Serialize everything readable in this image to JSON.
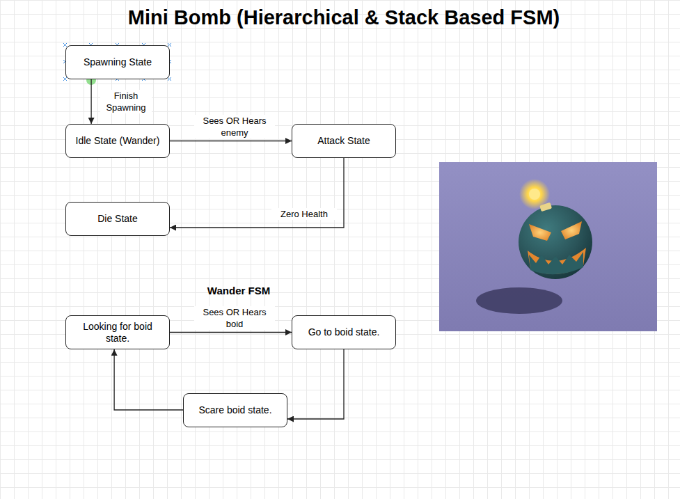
{
  "diagram": {
    "title": "Mini Bomb (Hierarchical & Stack Based FSM)",
    "nodes": [
      {
        "text": [
          "Spawning State"
        ]
      },
      {
        "text": [
          "Idle State (Wander)"
        ]
      },
      {
        "text": [
          "Attack State"
        ]
      },
      {
        "text": [
          "Die State"
        ]
      },
      {
        "text": [
          "Looking for boid state."
        ]
      },
      {
        "text": [
          "Go to boid state."
        ]
      },
      {
        "text": [
          "Scare boid state."
        ]
      }
    ],
    "edges": [
      {
        "from": 0,
        "to": 1,
        "label": "Finish Spawning",
        "arrow": "to"
      },
      {
        "from": 1,
        "to": 2,
        "label": "Sees OR Hears enemy",
        "arrow": "to"
      },
      {
        "from": 2,
        "to": 3,
        "label": "Zero Health",
        "arrow": "to"
      },
      {
        "from": 4,
        "to": 5,
        "label": "Sees OR Hears boid",
        "arrow": "to"
      },
      {
        "from": 5,
        "to": 6,
        "arrow": "to"
      },
      {
        "from": 6,
        "to": 4,
        "arrow": "to"
      }
    ],
    "labels": [
      "Wander FSM"
    ]
  }
}
